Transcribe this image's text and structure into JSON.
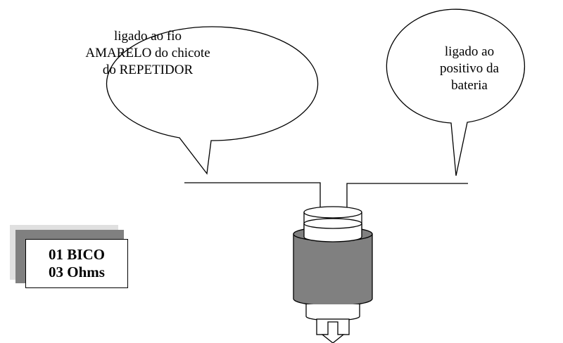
{
  "callout_left": {
    "lines": [
      "ligado ao fio",
      "AMARELO do chicote",
      "do REPETIDOR"
    ]
  },
  "callout_right": {
    "lines": [
      "ligado ao",
      "positivo da",
      "bateria"
    ]
  },
  "info_box": {
    "line1": "01 BICO",
    "line2": "03 Ohms"
  },
  "colors": {
    "line": "#000000",
    "shadow_gray": "#808080",
    "shadow_light": "#e0e0e0",
    "coil_body": "#808080",
    "background": "#ffffff"
  }
}
